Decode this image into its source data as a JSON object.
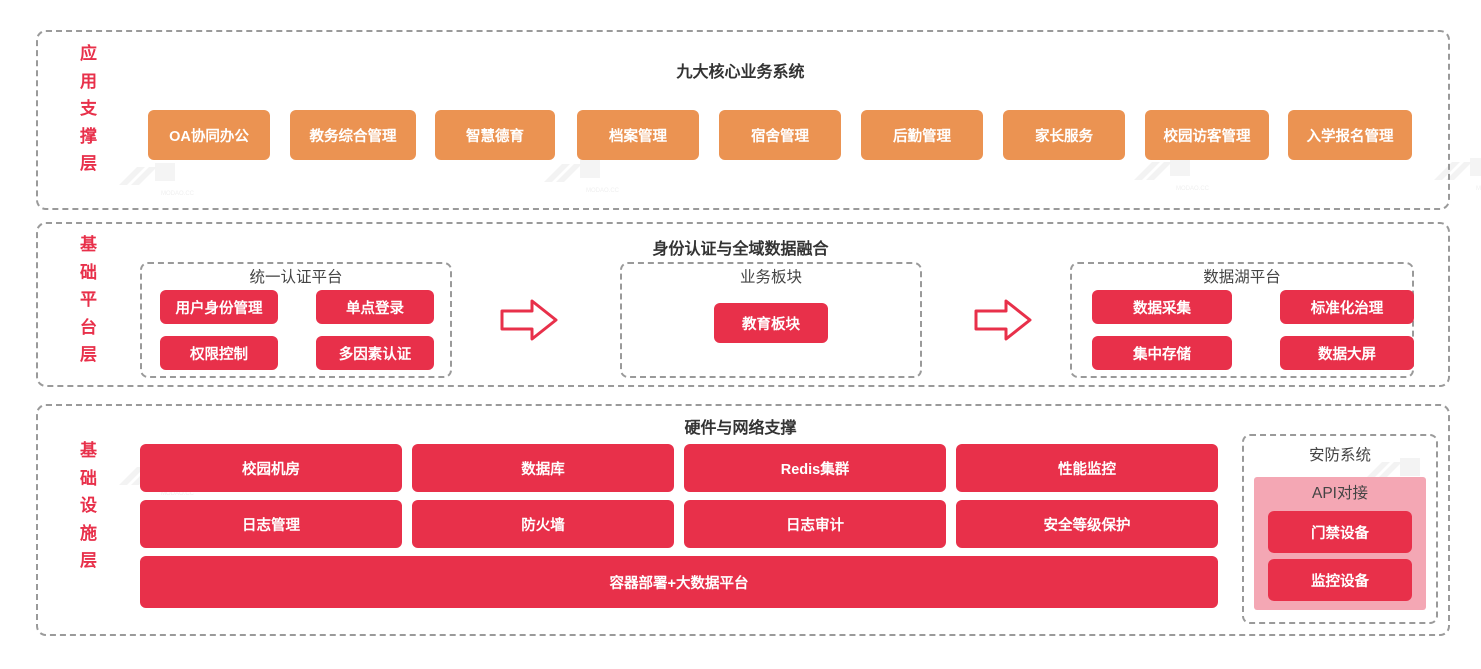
{
  "diagram": {
    "colors": {
      "orange": "#eb9352",
      "red": "#e8304a",
      "pink": "#f4a7b4",
      "label_red": "#e8304a",
      "dash_gray": "#9a9a9a",
      "title_dark": "#333333"
    }
  },
  "layers": [
    {
      "id": "application-support-layer",
      "label": "应用支撑层",
      "label_chars": [
        "应",
        "用",
        "支",
        "撑",
        "层"
      ],
      "title": "九大核心业务系统",
      "nodes": [
        {
          "label": "OA协同办公"
        },
        {
          "label": "教务综合管理"
        },
        {
          "label": "智慧德育"
        },
        {
          "label": "档案管理"
        },
        {
          "label": "宿舍管理"
        },
        {
          "label": "后勤管理"
        },
        {
          "label": "家长服务"
        },
        {
          "label": "校园访客管理"
        },
        {
          "label": "入学报名管理"
        }
      ]
    },
    {
      "id": "base-platform-layer",
      "label": "基础平台层",
      "label_chars": [
        "基",
        "础",
        "平",
        "台",
        "层"
      ],
      "title": "身份认证与全域数据融合",
      "groups": [
        {
          "id": "unified-auth-platform",
          "title": "统一认证平台",
          "nodes": [
            {
              "label": "用户身份管理"
            },
            {
              "label": "单点登录"
            },
            {
              "label": "权限控制"
            },
            {
              "label": "多因素认证"
            }
          ]
        },
        {
          "id": "business-sector",
          "title": "业务板块",
          "nodes": [
            {
              "label": "教育板块"
            }
          ]
        },
        {
          "id": "data-lake-platform",
          "title": "数据湖平台",
          "nodes": [
            {
              "label": "数据采集"
            },
            {
              "label": "标准化治理"
            },
            {
              "label": "集中存储"
            },
            {
              "label": "数据大屏"
            }
          ]
        }
      ],
      "arrows": [
        {
          "id": "arrow-auth-to-business",
          "direction": "right"
        },
        {
          "id": "arrow-business-to-datalake",
          "direction": "right"
        }
      ]
    },
    {
      "id": "infrastructure-layer",
      "label": "基础设施层",
      "label_chars": [
        "基",
        "础",
        "设",
        "施",
        "层"
      ],
      "title": "硬件与网络支撑",
      "grid_nodes": [
        {
          "label": "校园机房"
        },
        {
          "label": "数据库"
        },
        {
          "label": "Redis集群"
        },
        {
          "label": "性能监控"
        },
        {
          "label": "日志管理"
        },
        {
          "label": "防火墙"
        },
        {
          "label": "日志审计"
        },
        {
          "label": "安全等级保护"
        }
      ],
      "wide_node": {
        "label": "容器部署+大数据平台"
      },
      "security_group": {
        "id": "security-system",
        "title": "安防系统",
        "api_panel_title": "API对接",
        "nodes": [
          {
            "label": "门禁设备"
          },
          {
            "label": "监控设备"
          }
        ]
      }
    }
  ]
}
